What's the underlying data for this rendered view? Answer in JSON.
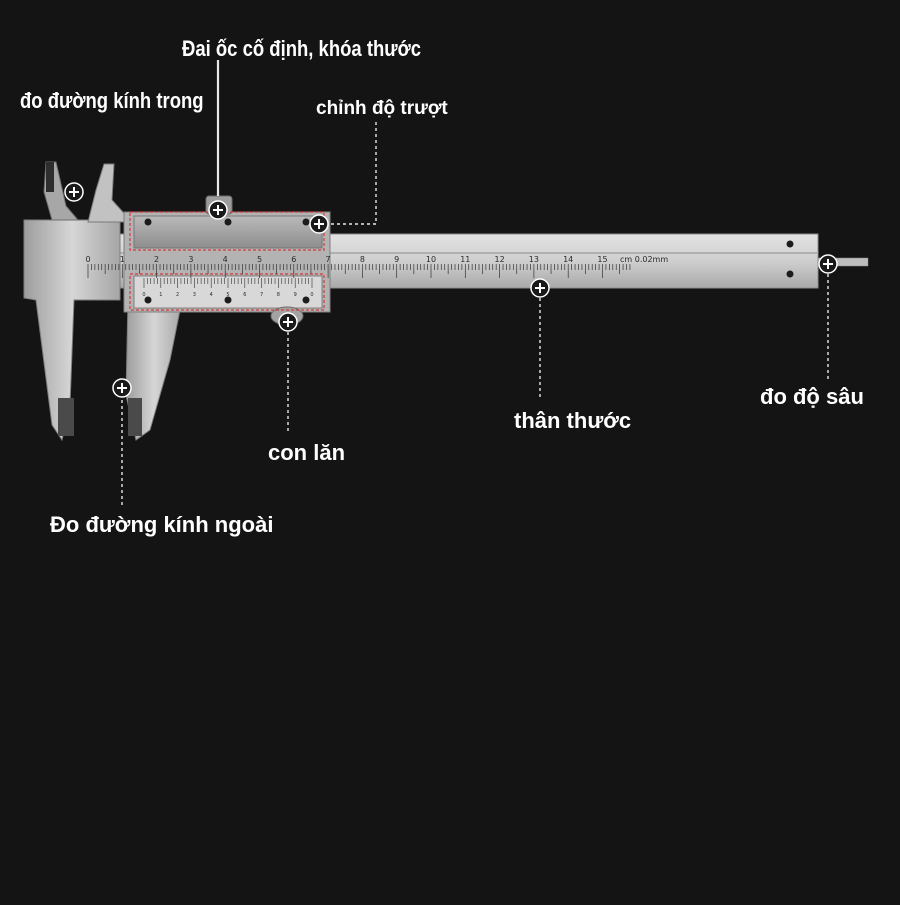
{
  "labels": {
    "inner_diameter": "đo đường kính trong",
    "lock_nut": "Đai ốc cố định, khóa thước",
    "slide_adjust": "chỉnh độ trượt",
    "depth": "đo độ sâu",
    "main_beam": "thân thước",
    "roller": "con lăn",
    "outer_diameter": "Đo đường kính ngoài"
  },
  "scale": {
    "numbers": [
      "0",
      "1",
      "2",
      "3",
      "4",
      "5",
      "6",
      "7",
      "8",
      "9",
      "10",
      "11",
      "12",
      "13",
      "14",
      "15"
    ],
    "unit": "cm 0.02mm",
    "vernier_numbers": [
      "0",
      "1",
      "2",
      "3",
      "4",
      "5",
      "6",
      "7",
      "8",
      "9",
      "0"
    ]
  },
  "colors": {
    "background": "#141414",
    "steel": "#c9c9c9",
    "highlight_box": "#d43a3a",
    "marker": "#ffffff"
  },
  "icons": {
    "marker": "plus-circle-icon"
  }
}
